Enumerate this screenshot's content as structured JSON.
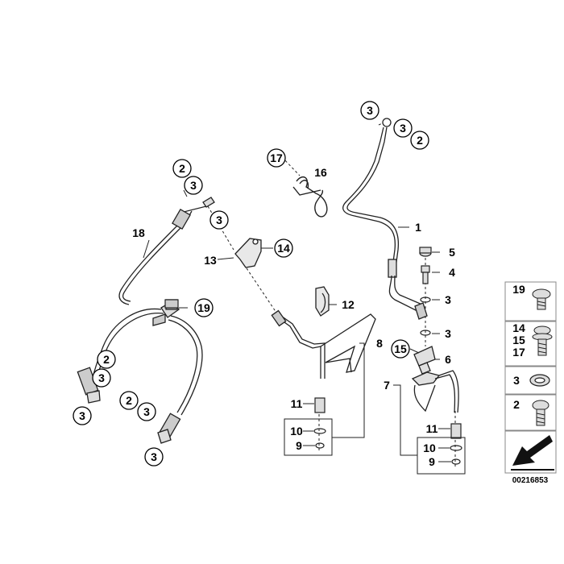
{
  "diagram": {
    "part_labels": {
      "p1": "1",
      "p2": "2",
      "p3": "3",
      "p4": "4",
      "p5": "5",
      "p6": "6",
      "p7": "7",
      "p8": "8",
      "p9": "9",
      "p10": "10",
      "p11": "11",
      "p12": "12",
      "p13": "13",
      "p14": "14",
      "p15": "15",
      "p16": "16",
      "p17": "17",
      "p18": "18",
      "p19": "19"
    },
    "legend": {
      "row1": [
        "19"
      ],
      "row2": [
        "14",
        "15",
        "17"
      ],
      "row3": [
        "3"
      ],
      "row4": [
        "2"
      ]
    },
    "drawing_code": "00216853"
  }
}
